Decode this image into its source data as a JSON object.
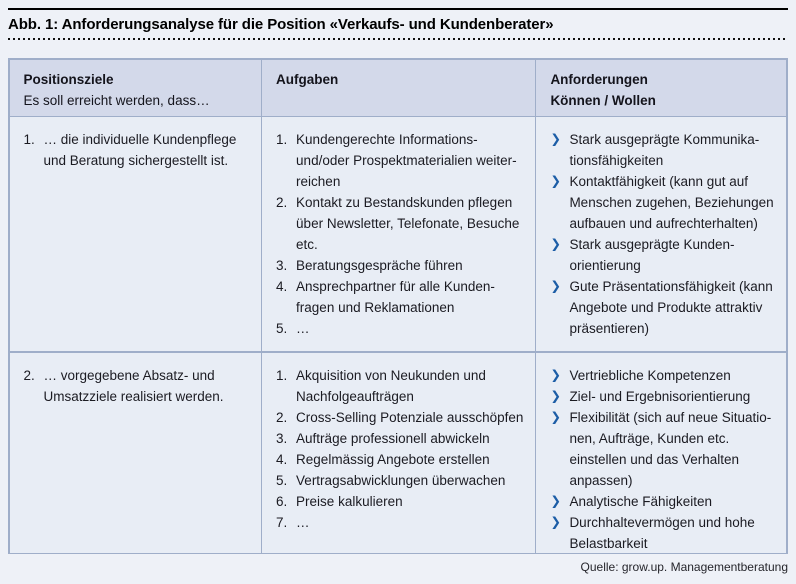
{
  "figure": {
    "title": "Abb. 1: Anforderungsanalyse für die Position «Verkaufs- und Kundenberater»",
    "source": "Quelle: grow.up. Managementberatung"
  },
  "icons": {
    "chevron_bullet": "❯"
  },
  "colors": {
    "page_background": "#eef1f7",
    "header_cell_background": "#d3d9ea",
    "body_cell_background": "#e8edf5",
    "table_border": "#9faec9",
    "chevron_blue": "#1c5da6",
    "text": "#1b1b22"
  },
  "table": {
    "headers": [
      {
        "title": "Positionsziele",
        "subtitle": "Es soll erreicht werden, dass…"
      },
      {
        "title": "Aufgaben",
        "subtitle": ""
      },
      {
        "title": "Anforderungen",
        "subtitle": "Können / Wollen"
      }
    ],
    "rows": [
      {
        "goal": {
          "num": "1.",
          "text": "… die individuelle Kundenpflege\nund Beratung sichergestellt ist."
        },
        "tasks": [
          {
            "num": "1.",
            "text": "Kundengerechte Informations-\nund/oder Prospektmaterialien weiter-\nreichen"
          },
          {
            "num": "2.",
            "text": "Kontakt zu Bestandskunden pflegen\nüber Newsletter, Telefonate, Besuche\netc."
          },
          {
            "num": "3.",
            "text": "Beratungsgespräche führen"
          },
          {
            "num": "4.",
            "text": "Ansprechpartner für alle Kunden-\nfragen und Reklamationen"
          },
          {
            "num": "5.",
            "text": "…"
          }
        ],
        "requirements": [
          "Stark ausgeprägte Kommunika-\ntionsfähigkeiten",
          "Kontaktfähigkeit (kann gut auf\nMenschen zugehen, Beziehungen\naufbauen und aufrechterhalten)",
          "Stark ausgeprägte Kunden-\norientierung",
          "Gute Präsentationsfähigkeit (kann\nAngebote und Produkte attraktiv\npräsentieren)"
        ]
      },
      {
        "goal": {
          "num": "2.",
          "text": "… vorgegebene Absatz- und\nUmsatzziele realisiert werden."
        },
        "tasks": [
          {
            "num": "1.",
            "text": "Akquisition von Neukunden und\nNachfolgeaufträgen"
          },
          {
            "num": "2.",
            "text": "Cross-Selling Potenziale ausschöpfen"
          },
          {
            "num": "3.",
            "text": "Aufträge professionell abwickeln"
          },
          {
            "num": "4.",
            "text": "Regelmässig Angebote erstellen"
          },
          {
            "num": "5.",
            "text": "Vertragsabwicklungen überwachen"
          },
          {
            "num": "6.",
            "text": "Preise kalkulieren"
          },
          {
            "num": "7.",
            "text": "…"
          }
        ],
        "requirements": [
          "Vertriebliche Kompetenzen",
          "Ziel- und Ergebnisorientierung",
          "Flexibilität (sich auf neue Situatio-\nnen, Aufträge, Kunden etc.\neinstellen und das Verhalten\nanpassen)",
          "Analytische Fähigkeiten",
          "Durchhaltevermögen und hohe\nBelastbarkeit"
        ]
      }
    ]
  }
}
